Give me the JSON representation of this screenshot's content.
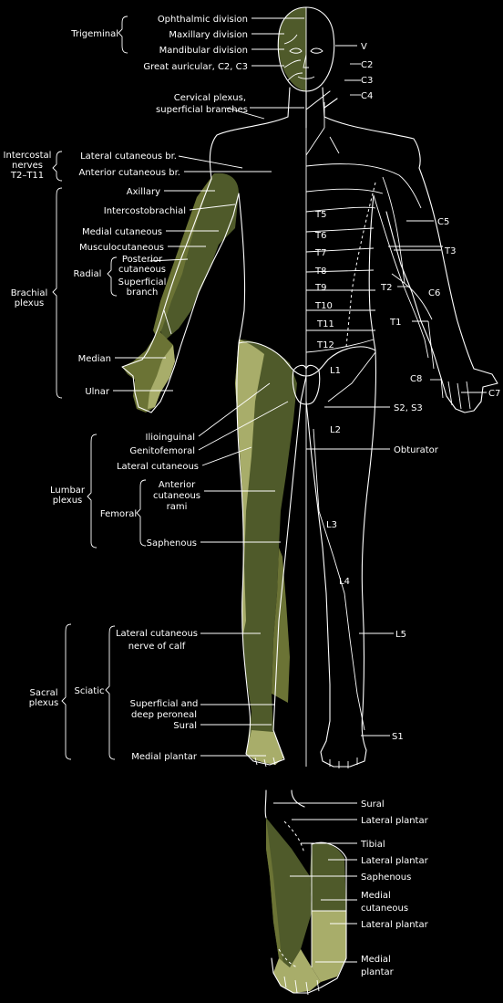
{
  "colors": {
    "background": "#000000",
    "shade_dark": "#4f5a2a",
    "shade_mid": "#6b7335",
    "shade_light": "#a8ad6a",
    "line": "#ffffff"
  },
  "groups": {
    "trigeminal": "Trigeminal",
    "intercostal_1": "Intercostal",
    "intercostal_2": "nerves",
    "intercostal_3": "T2–T11",
    "brachial_1": "Brachial",
    "brachial_2": "plexus",
    "radial": "Radial",
    "lumbar_1": "Lumbar",
    "lumbar_2": "plexus",
    "femoral": "Femoral",
    "sacral_1": "Sacral",
    "sacral_2": "plexus",
    "sciatic": "Sciatic"
  },
  "left_labels": {
    "ophthalmic": "Ophthalmic division",
    "maxillary": "Maxillary division",
    "mandibular": "Mandibular division",
    "great_auricular": "Great auricular, C2, C3",
    "cervical_1": "Cervical plexus,",
    "cervical_2": "superficial branches",
    "lateral_cutaneous_br": "Lateral cutaneous br.",
    "anterior_cutaneous_br": "Anterior cutaneous br.",
    "axillary": "Axillary",
    "intercostobrachial": "Intercostobrachial",
    "medial_cutaneous": "Medial cutaneous",
    "musculocutaneous": "Musculocutaneous",
    "posterior_cutaneous_1": "Posterior",
    "posterior_cutaneous_2": "cutaneous",
    "superficial_branch_1": "Superficial",
    "superficial_branch_2": "branch",
    "median": "Median",
    "ulnar": "Ulnar",
    "ilioinguinal": "Ilioinguinal",
    "genitofemoral": "Genitofemoral",
    "lateral_cutaneous": "Lateral cutaneous",
    "anterior_rami_1": "Anterior",
    "anterior_rami_2": "cutaneous",
    "anterior_rami_3": "rami",
    "saphenous": "Saphenous",
    "calf_1": "Lateral cutaneous",
    "calf_2": "nerve of calf",
    "peroneal_1": "Superficial and",
    "peroneal_2": "deep peroneal",
    "sural": "Sural",
    "medial_plantar": "Medial plantar"
  },
  "dermatomes": {
    "v": "V",
    "c2": "C2",
    "c3": "C3",
    "c4": "C4",
    "c5": "C5",
    "c6": "C6",
    "c7": "C7",
    "c8": "C8",
    "t1": "T1",
    "t2": "T2",
    "t3": "T3",
    "t5": "T5",
    "t6": "T6",
    "t7": "T7",
    "t8": "T8",
    "t9": "T9",
    "t10": "T10",
    "t11": "T11",
    "t12": "T12",
    "l1": "L1",
    "l2": "L2",
    "l3": "L3",
    "l4": "L4",
    "l5": "L5",
    "s1": "S1",
    "s2_s3": "S2, S3",
    "obturator": "Obturator"
  },
  "foot_labels": {
    "sural": "Sural",
    "lateral_plantar_1": "Lateral plantar",
    "tibial": "Tibial",
    "lateral_plantar_2": "Lateral plantar",
    "saphenous": "Saphenous",
    "medial_cutaneous_1": "Medial",
    "medial_cutaneous_2": "cutaneous",
    "lateral_plantar_3": "Lateral plantar",
    "medial_plantar_1": "Medial",
    "medial_plantar_2": "plantar"
  }
}
